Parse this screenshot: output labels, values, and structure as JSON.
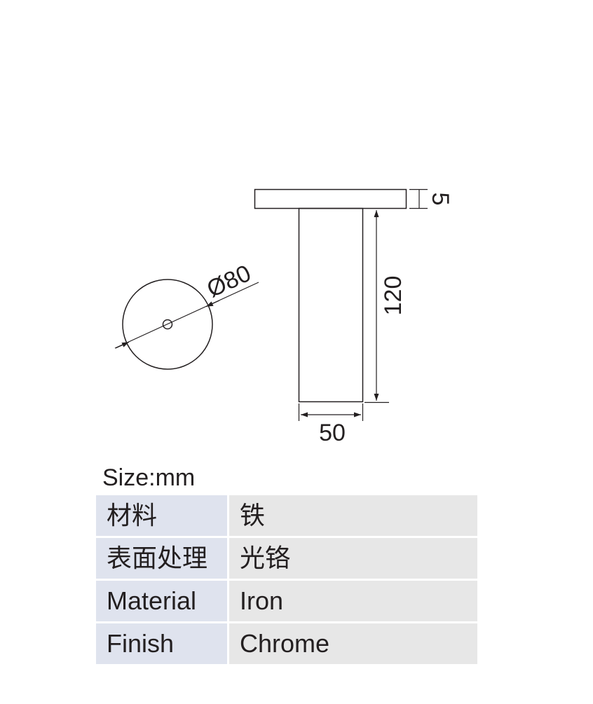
{
  "diagram": {
    "dimensions": {
      "diameter": "Ø80",
      "flange_thickness": "5",
      "height": "120",
      "width": "50"
    }
  },
  "size_note": "Size:mm",
  "spec_table": {
    "rows": [
      {
        "key": "材料",
        "value": "铁"
      },
      {
        "key": "表面处理",
        "value": "光铬"
      },
      {
        "key": "Material",
        "value": "Iron"
      },
      {
        "key": "Finish",
        "value": "Chrome"
      }
    ]
  },
  "colors": {
    "line": "#231f20",
    "key_cell_bg": "#dfe3ee",
    "value_cell_bg": "#e7e7e7"
  }
}
